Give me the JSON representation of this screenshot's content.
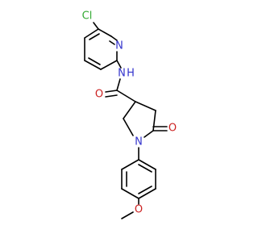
{
  "molecule": {
    "atoms": {
      "cl": {
        "symbol": "Cl",
        "color": "#33aa33"
      },
      "n_pyridine": {
        "symbol": "N",
        "color": "#3333cc"
      },
      "nh_amide": {
        "symbol": "N",
        "color": "#3333cc"
      },
      "h_amide": {
        "symbol": "H",
        "color": "#3333cc"
      },
      "o_amide": {
        "symbol": "O",
        "color": "#cc2222"
      },
      "n_ring": {
        "symbol": "N",
        "color": "#3333cc"
      },
      "o_ketone": {
        "symbol": "O",
        "color": "#cc2222"
      },
      "o_ether": {
        "symbol": "O",
        "color": "#cc2222"
      }
    },
    "bond_color": "#000000"
  }
}
